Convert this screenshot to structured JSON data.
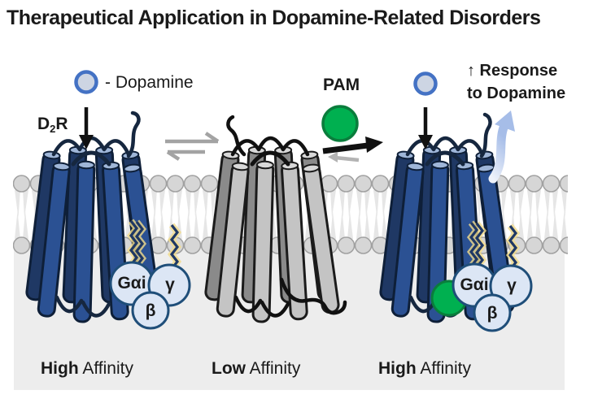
{
  "title": "Therapeutical Application in Dopamine-Related Disorders",
  "legend": {
    "dopamine": "- Dopamine"
  },
  "receptor_label": {
    "pre": "D",
    "sub": "2",
    "post": "R"
  },
  "pam_label": "PAM",
  "response": {
    "line1": "↑ Response",
    "line2": "to Dopamine"
  },
  "g_protein": {
    "alpha": "Gαi",
    "beta": "β",
    "gamma": "γ"
  },
  "states": [
    {
      "bold": "High",
      "rest": " Affinity"
    },
    {
      "bold": "Low",
      "rest": " Affinity"
    },
    {
      "bold": "High",
      "rest": " Affinity"
    }
  ],
  "colors": {
    "receptor_active_front": "#2b5193",
    "receptor_active_back": "#1f3864",
    "receptor_inactive_front": "#c4c4c4",
    "receptor_inactive_back": "#8a8a8a",
    "pam_green": "#00b050",
    "dopamine_fill": "#cdd5e3",
    "dopamine_ring": "#4472c4",
    "g_protein_fill": "#dce6f5",
    "g_protein_ring": "#1f4e79",
    "membrane_head": "#d6d6d6",
    "cytoplasm_bg": "#ededed",
    "response_arrow": "#a6bde8",
    "anchor_glow": "#f3dc8a"
  }
}
